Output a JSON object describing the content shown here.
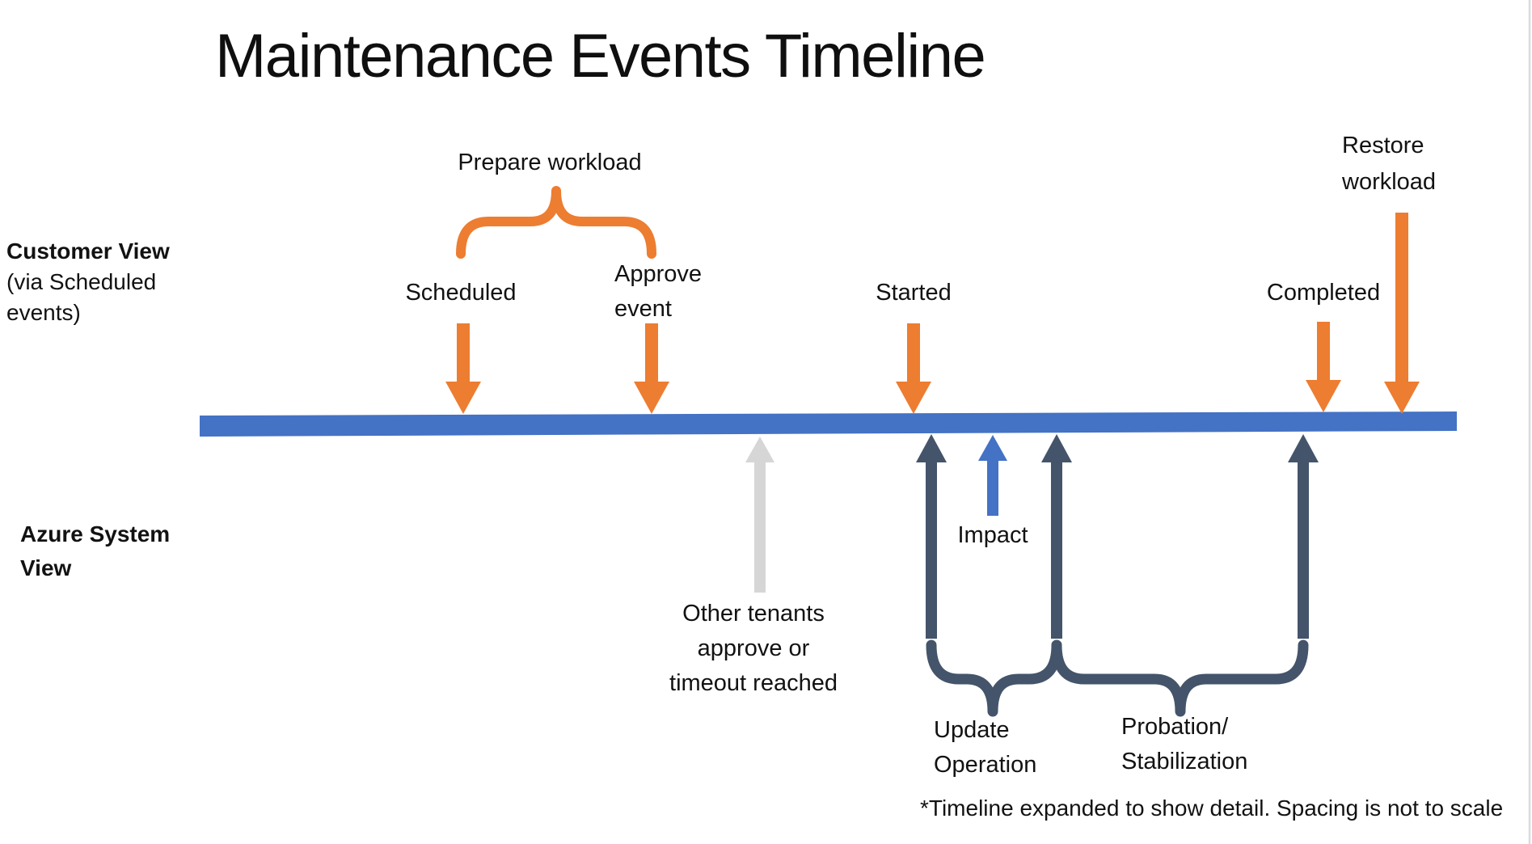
{
  "title": "Maintenance Events Timeline",
  "footnote": "*Timeline expanded to show detail. Spacing is not to scale",
  "colors": {
    "orange": "#ED7D31",
    "bar": "#4472C4",
    "navy": "#44546A",
    "gray": "#D6D6D6",
    "impact": "#4472C4",
    "edge": "#D8DBDF",
    "text": "#121212"
  },
  "lanes": {
    "customer_view": "Customer View",
    "customer_view_sub": "(via Scheduled\nevents)",
    "azure_view": "Azure System\nView"
  },
  "customer_events": {
    "prepare": "Prepare workload",
    "scheduled": "Scheduled",
    "approve": "Approve\nevent",
    "started": "Started",
    "completed": "Completed",
    "restore": "Restore\nworkload"
  },
  "system_events": {
    "other_tenants": "Other tenants\napprove or\ntimeout reached",
    "impact": "Impact",
    "update_operation": "Update\nOperation",
    "probation": "Probation/\nStabilization"
  }
}
